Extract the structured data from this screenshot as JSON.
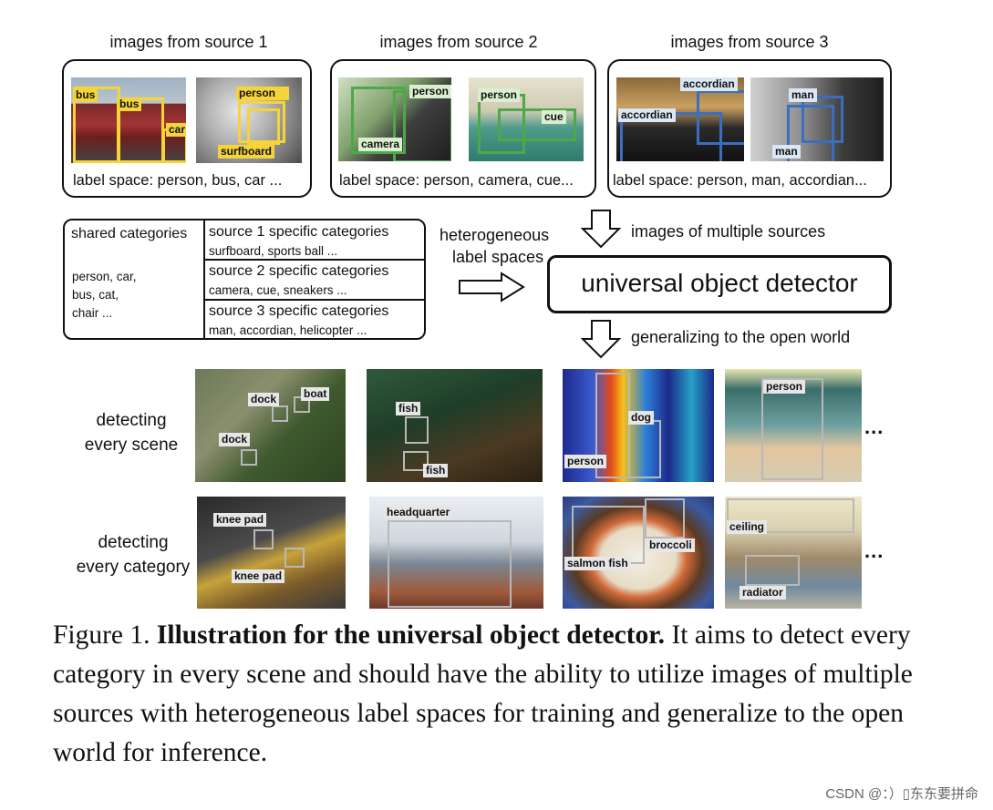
{
  "sources": [
    {
      "title": "images from source 1",
      "label_space": "label space: person, bus, car ...",
      "labels": [
        "bus",
        "bus",
        "car",
        "person",
        "surfboard"
      ]
    },
    {
      "title": "images from source 2",
      "label_space": "label space: person, camera, cue...",
      "labels": [
        "person",
        "camera",
        "person",
        "cue"
      ]
    },
    {
      "title": "images from source 3",
      "label_space": "label space: person, man, accordian...",
      "labels": [
        "accordian",
        "accordian",
        "man",
        "man"
      ]
    }
  ],
  "table": {
    "shared_title": "shared categories",
    "shared_list": [
      "person, car,",
      "bus, cat,",
      "chair ..."
    ],
    "rows": [
      {
        "title": "source 1 specific categories",
        "items": "surfboard, sports ball ..."
      },
      {
        "title": "source 2 specific categories",
        "items": "camera, cue, sneakers ..."
      },
      {
        "title": "source 3 specific categories",
        "items": "man, accordian, helicopter ..."
      }
    ]
  },
  "flow": {
    "hetero_line1": "heterogeneous",
    "hetero_line2": "label spaces",
    "multi_sources": "images of multiple sources",
    "detector": "universal object detector",
    "generalizing": "generalizing to the open world"
  },
  "rows": [
    {
      "label_line1": "detecting",
      "label_line2": "every scene",
      "labels": [
        "dock",
        "boat",
        "dock",
        "fish",
        "fish",
        "dog",
        "person",
        "person"
      ]
    },
    {
      "label_line1": "detecting",
      "label_line2": "every category",
      "labels": [
        "knee pad",
        "knee pad",
        "headquarter",
        "broccoli",
        "salmon fish",
        "ceiling",
        "radiator"
      ]
    }
  ],
  "ellipsis": "...",
  "caption": {
    "prefix": "Figure 1.",
    "bold": "Illustration for the universal object detector.",
    "rest": "It aims to detect every category in every scene and should have the ability to utilize images of multiple sources with heterogeneous label spaces for training and generalize to the open world for inference."
  },
  "watermark": "CSDN @：）▯东东要拼命",
  "colors": {
    "yellow": "#f5d33a",
    "green": "#4ea84a",
    "blue": "#3a6fc0",
    "gray": "#b8b8b8"
  }
}
